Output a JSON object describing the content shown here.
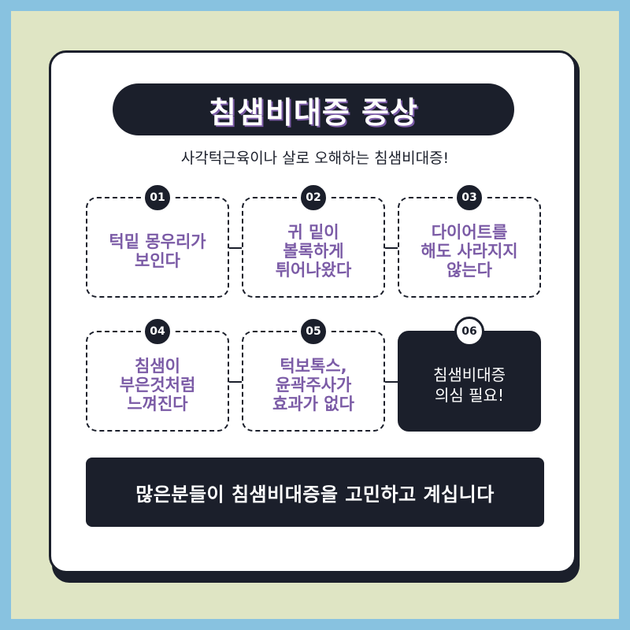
{
  "title": "침샘비대증 증상",
  "subtitle": "사각턱근육이나 살로 오해하는 침샘비대증!",
  "symptoms": [
    {
      "number": "01",
      "text": "턱밑 몽우리가\n보인다"
    },
    {
      "number": "02",
      "text": "귀 밑이\n볼록하게\n튀어나왔다"
    },
    {
      "number": "03",
      "text": "다이어트를\n해도 사라지지\n않는다"
    },
    {
      "number": "04",
      "text": "침샘이\n부은것처럼\n느껴진다"
    },
    {
      "number": "05",
      "text": "턱보톡스,\n윤곽주사가\n효과가 없다"
    },
    {
      "number": "06",
      "text": "침샘비대증\n의심 필요!"
    }
  ],
  "banner": "많은분들이 침샘비대증을 고민하고 계십니다",
  "colors": {
    "outer_bg": "#88c2e0",
    "inner_bg": "#dfe5c4",
    "dark": "#1b1f2b",
    "accent_purple": "#7b5ba6",
    "card": "#ffffff"
  }
}
